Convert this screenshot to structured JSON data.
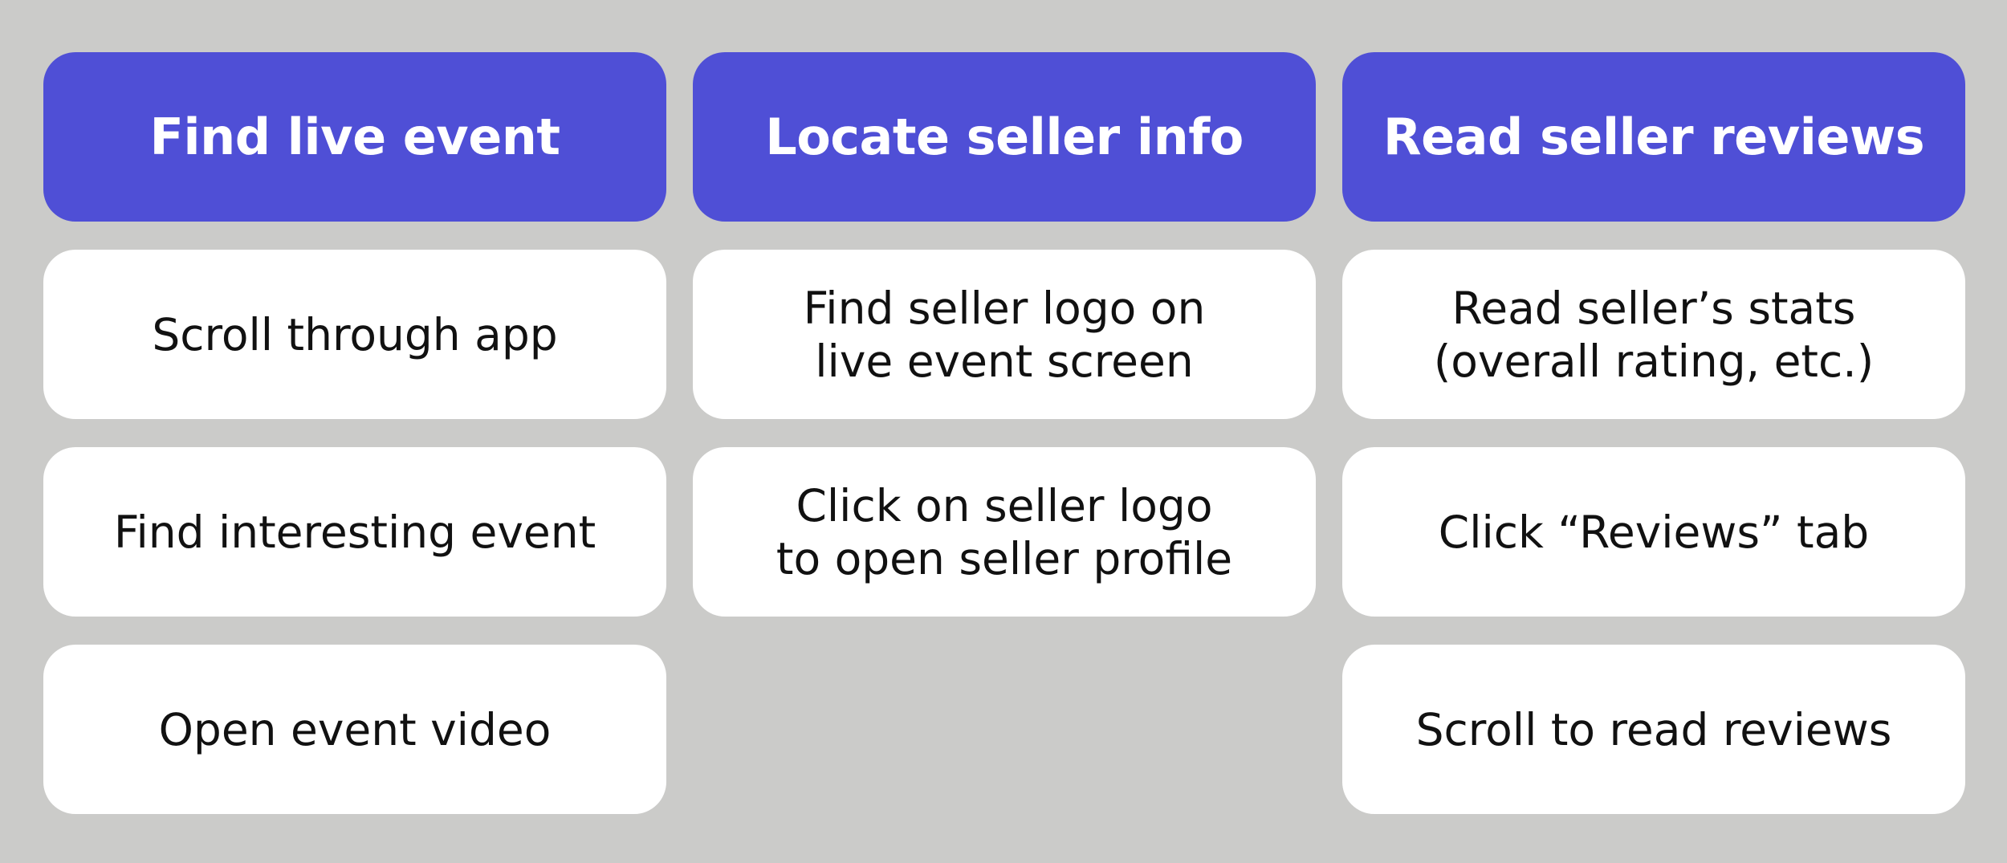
{
  "colors": {
    "background": "#cbcbc9",
    "header_fill": "#4f4fd6",
    "card_fill": "#ffffff",
    "header_text": "#ffffff",
    "card_text": "#111111"
  },
  "columns": [
    {
      "title": "Find live event",
      "steps": [
        "Scroll through app",
        "Find interesting event",
        "Open event video"
      ]
    },
    {
      "title": "Locate seller info",
      "steps": [
        "Find seller logo on\nlive event screen",
        "Click on seller logo\nto open seller profile"
      ]
    },
    {
      "title": "Read seller reviews",
      "steps": [
        "Read seller’s stats\n(overall rating, etc.)",
        "Click “Reviews” tab",
        "Scroll to read reviews"
      ]
    }
  ]
}
